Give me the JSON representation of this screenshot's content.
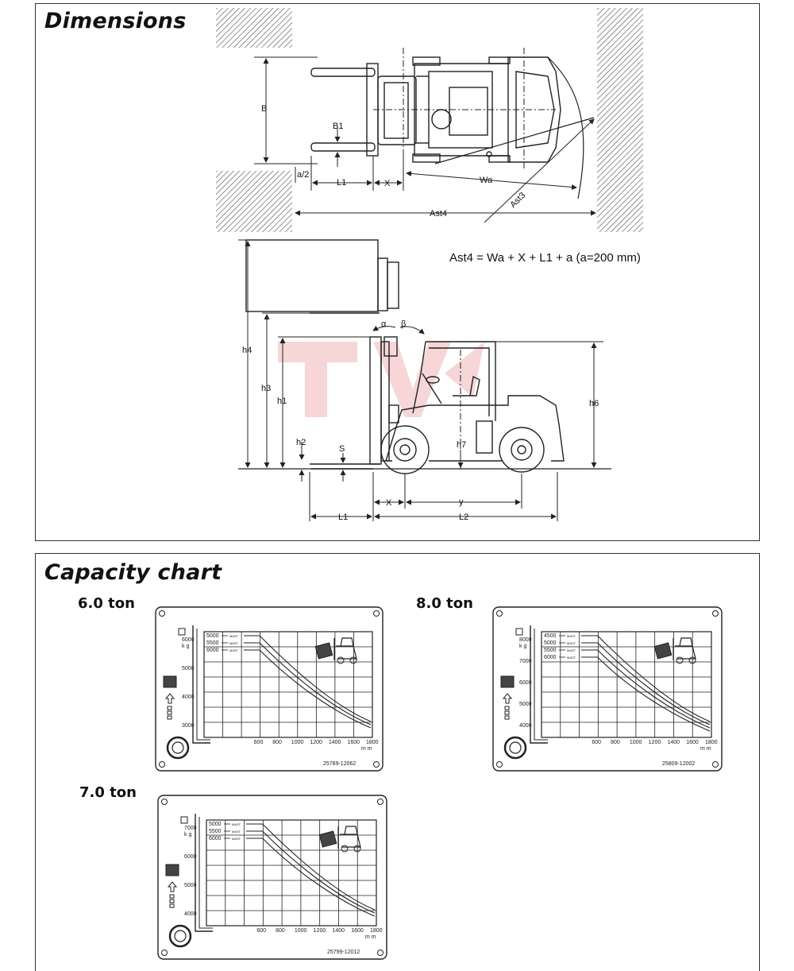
{
  "dimensions": {
    "title": "Dimensions",
    "formula": "Ast4 = Wa + X + L1 + a (a=200 mm)",
    "labels": {
      "B": "B",
      "B1": "B1",
      "a2": "a/2",
      "L1_top": "L1",
      "X_top": "X",
      "Wa": "Wa",
      "Ast3": "Ast3",
      "Ast4": "Ast4",
      "h4": "h4",
      "h3": "h3",
      "h1": "h1",
      "h2": "h2",
      "S": "S",
      "alpha": "α",
      "beta": "β",
      "h6": "h6",
      "h7": "h7",
      "X_side": "X",
      "y": "y",
      "L1_side": "L1",
      "L2": "L2"
    },
    "colors": {
      "line": "#222222",
      "hatch": "#555555",
      "watermark": "#f3c9c9"
    }
  },
  "capacity": {
    "title": "Capacity chart",
    "charts": [
      {
        "ton_label": "6.0 ton",
        "y_ticks": [
          "6000",
          "5000",
          "4000",
          "3000"
        ],
        "unit_kg": "k g",
        "x_ticks": [
          "600",
          "800",
          "1000",
          "1200",
          "1400",
          "1600",
          "1800"
        ],
        "unit_mm": "m m",
        "mast_entries": [
          "5000",
          "5500",
          "6000"
        ],
        "mast_suffix": "MAST",
        "serial": "25789-12062"
      },
      {
        "ton_label": "8.0 ton",
        "y_ticks": [
          "8000",
          "7000",
          "6000",
          "5000",
          "4000"
        ],
        "unit_kg": "k g",
        "x_ticks": [
          "600",
          "800",
          "1000",
          "1200",
          "1400",
          "1600",
          "1800"
        ],
        "unit_mm": "m m",
        "mast_entries": [
          "4500",
          "5000",
          "5500",
          "6000"
        ],
        "mast_suffix": "MAST",
        "serial": "25809-12002"
      },
      {
        "ton_label": "7.0 ton",
        "y_ticks": [
          "7000",
          "6000",
          "5000",
          "4000"
        ],
        "unit_kg": "k g",
        "x_ticks": [
          "600",
          "800",
          "1000",
          "1200",
          "1400",
          "1600",
          "1800"
        ],
        "unit_mm": "m m",
        "mast_entries": [
          "5000",
          "5500",
          "6000"
        ],
        "mast_suffix": "MAST",
        "serial": "25799-12012"
      }
    ]
  }
}
